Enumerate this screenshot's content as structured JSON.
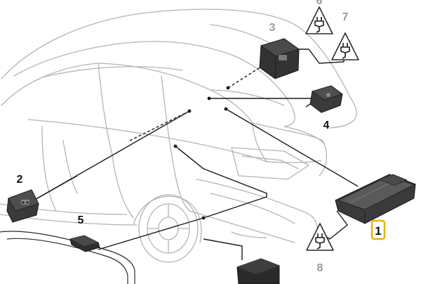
{
  "diagram": {
    "callouts": [
      {
        "id": "1",
        "label": "1",
        "highlighted": true
      },
      {
        "id": "2",
        "label": "2"
      },
      {
        "id": "3",
        "label": "3"
      },
      {
        "id": "4",
        "label": "4"
      },
      {
        "id": "5",
        "label": "5"
      },
      {
        "id": "6",
        "label": "6"
      },
      {
        "id": "7",
        "label": "7"
      },
      {
        "id": "8",
        "label": "8"
      }
    ],
    "warning_symbols": [
      {
        "id": "6",
        "icon": "esd-plug-warning-icon"
      },
      {
        "id": "7",
        "icon": "esd-plug-warning-icon"
      },
      {
        "id": "8",
        "icon": "esd-plug-warning-icon"
      }
    ],
    "colors": {
      "outline": "#b4b4b4",
      "leader": "#1a1a1a",
      "active_number": "#111111",
      "inactive_number": "#9a9a9a",
      "highlight_box": "#e8b400",
      "component_dark": "#2a2a2a"
    }
  }
}
